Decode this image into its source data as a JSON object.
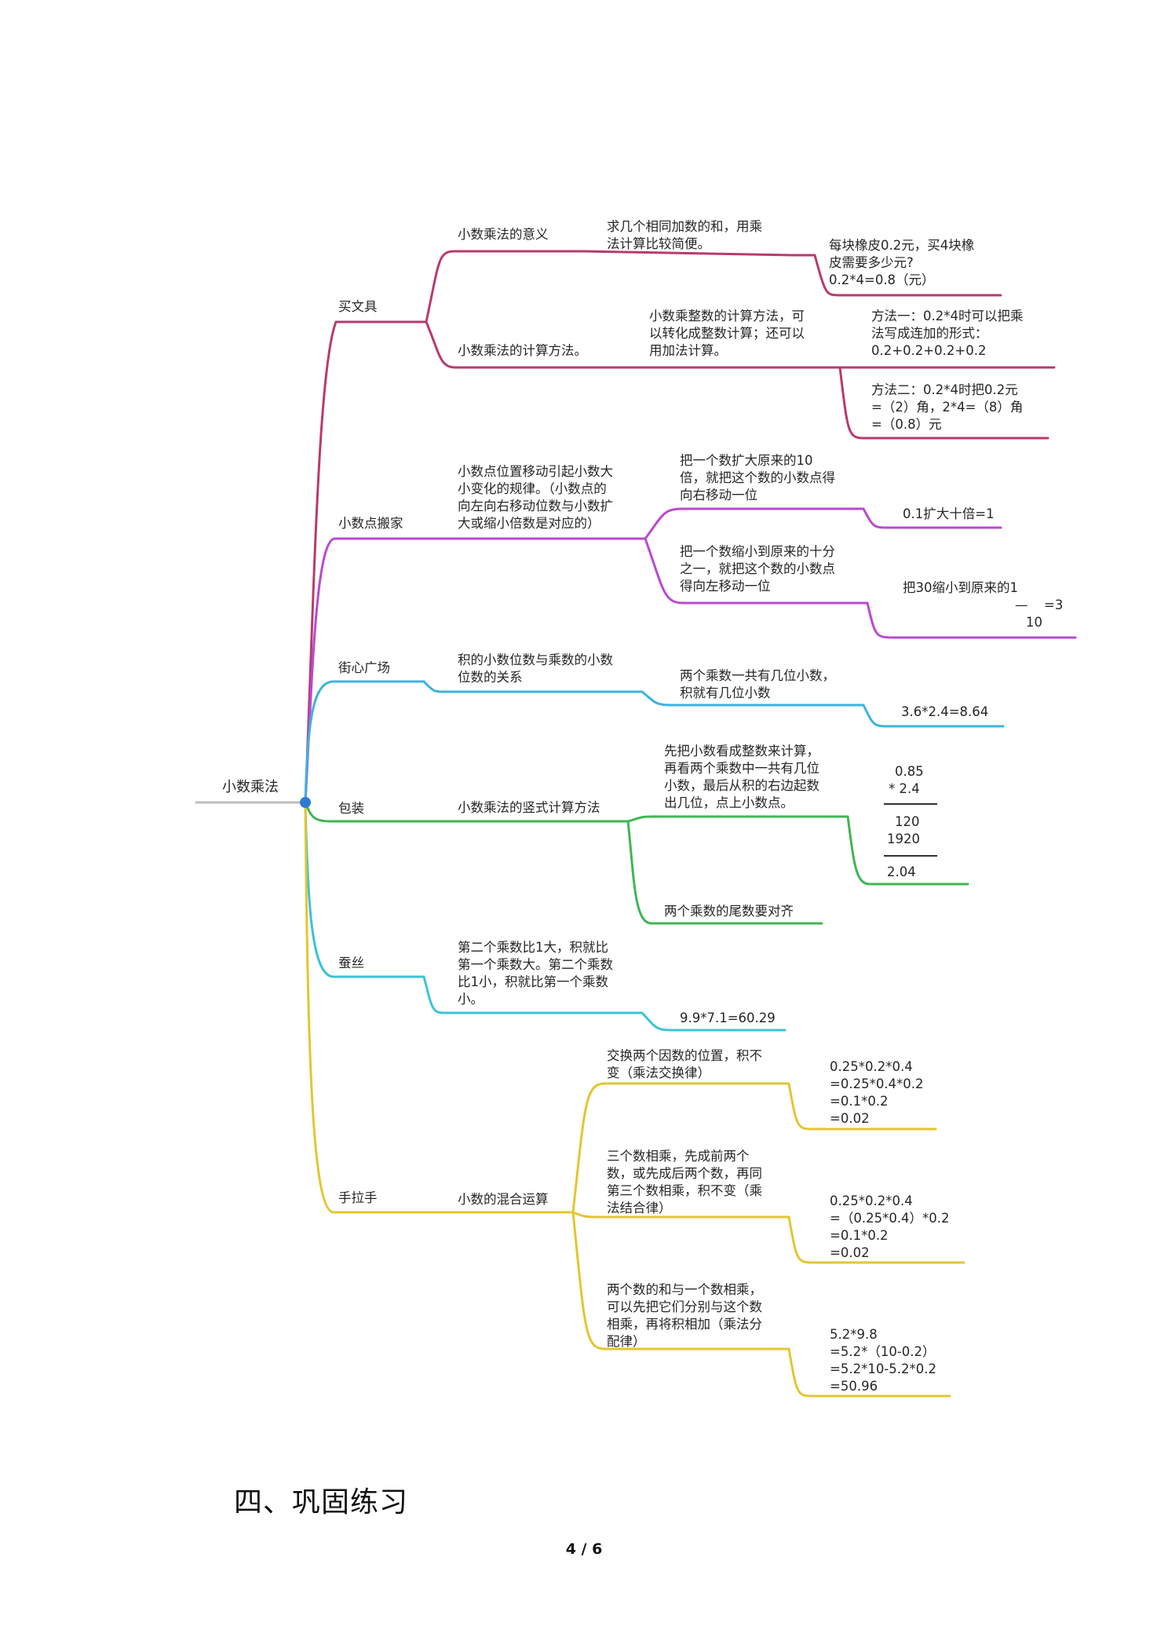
{
  "colors": {
    "root": "#bdbdbd",
    "branch1": "#b83a6e",
    "branch2": "#b94ad0",
    "branch3": "#3db4dc",
    "branch4": "#3fb652",
    "branch5": "#3cc3d8",
    "branch6": "#e3c630",
    "junction": "#2e7bd6"
  },
  "root": {
    "label": "小数乘法"
  },
  "b1": {
    "label": "买文具",
    "c1": {
      "label": "小数乘法的意义",
      "d1": [
        "求几个相同加数的和，用乘",
        "法计算比较简便。"
      ],
      "e1": [
        "每块橡皮0.2元，买4块橡",
        "皮需要多少元?",
        "0.2*4=0.8（元）"
      ]
    },
    "c2": {
      "label": "小数乘法的计算方法。",
      "d1": [
        "小数乘整数的计算方法，可",
        "以转化成整数计算；还可以",
        "用加法计算。"
      ],
      "e1": [
        "方法一：0.2*4时可以把乘",
        "法写成连加的形式：",
        "0.2+0.2+0.2+0.2"
      ],
      "e2": [
        "方法二：0.2*4时把0.2元",
        "=（2）角，2*4=（8）角",
        "=（0.8）元"
      ]
    }
  },
  "b2": {
    "label": "小数点搬家",
    "c1": [
      "小数点位置移动引起小数大",
      "小变化的规律。（小数点的",
      "向左向右移动位数与小数扩",
      "大或缩小倍数是对应的）"
    ],
    "d1": [
      "把一个数扩大原来的10",
      "倍，就把这个数的小数点得",
      "向右移动一位"
    ],
    "e1": "0.1扩大十倍=1",
    "d2": [
      "把一个数缩小到原来的十分",
      "之一，就把这个数的小数点",
      "得向左移动一位"
    ],
    "e2": {
      "line1": "把30缩小到原来的1",
      "bar": "—",
      "equals": "=3",
      "denominator": "10"
    }
  },
  "b3": {
    "label": "街心广场",
    "c1": [
      "积的小数位数与乘数的小数",
      "位数的关系"
    ],
    "d1": [
      "两个乘数一共有几位小数，",
      "积就有几位小数"
    ],
    "e1": "3.6*2.4=8.64"
  },
  "b4": {
    "label": "包装",
    "c1": "小数乘法的竖式计算方法",
    "d1": [
      "先把小数看成整数来计算，",
      "再看两个乘数中一共有几位",
      "小数，最后从积的右边起数",
      "出几位，点上小数点。"
    ],
    "e1": {
      "top": "0.85",
      "mult": "* 2.4",
      "p1": "120",
      "p2": "1920",
      "result": "2.04"
    },
    "d2": "两个乘数的尾数要对齐"
  },
  "b5": {
    "label": "蚕丝",
    "c1": [
      "第二个乘数比1大，积就比",
      "第一个乘数大。第二个乘数",
      "比1小，积就比第一个乘数",
      "小。"
    ],
    "d1": "9.9*7.1=60.29"
  },
  "b6": {
    "label": "手拉手",
    "c1": "小数的混合运算",
    "d1": [
      "交换两个因数的位置，积不",
      "变（乘法交换律）"
    ],
    "e1": [
      "0.25*0.2*0.4",
      "=0.25*0.4*0.2",
      "=0.1*0.2",
      "=0.02"
    ],
    "d2": [
      "三个数相乘，先成前两个",
      "数，或先成后两个数，再同",
      "第三个数相乘，积不变（乘",
      "法结合律）"
    ],
    "e2": [
      "0.25*0.2*0.4",
      "=（0.25*0.4）*0.2",
      "=0.1*0.2",
      "=0.02"
    ],
    "d3": [
      "两个数的和与一个数相乘，",
      "可以先把它们分别与这个数",
      "相乘，再将积相加（乘法分",
      "配律）"
    ],
    "e3": [
      "5.2*9.8",
      "=5.2*（10-0.2）",
      "=5.2*10-5.2*0.2",
      "=50.96"
    ]
  },
  "footer": {
    "section_title": "四、巩固练习",
    "page_number": "4 / 6"
  }
}
